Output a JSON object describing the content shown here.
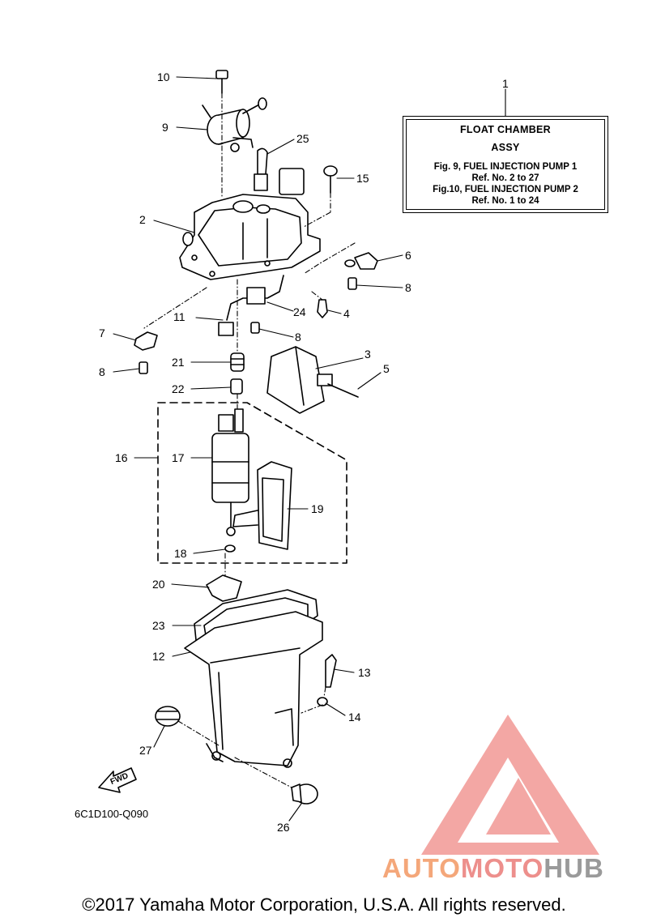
{
  "legend_box": {
    "ref": "1",
    "title_line1": "FLOAT CHAMBER",
    "title_line2": "ASSY",
    "lines": [
      "Fig.  9, FUEL INJECTION PUMP 1",
      "Ref. No. 2 to 27",
      "Fig.10, FUEL INJECTION PUMP 2",
      "Ref. No. 1 to 24"
    ]
  },
  "callouts": {
    "c1": "1",
    "c2": "2",
    "c3": "3",
    "c4": "4",
    "c5": "5",
    "c6": "6",
    "c7": "7",
    "c8a": "8",
    "c8b": "8",
    "c8c": "8",
    "c9": "9",
    "c10": "10",
    "c11": "11",
    "c12": "12",
    "c13": "13",
    "c14": "14",
    "c15": "15",
    "c16": "16",
    "c17": "17",
    "c18": "18",
    "c19": "19",
    "c20": "20",
    "c21": "21",
    "c22": "22",
    "c23": "23",
    "c24": "24",
    "c25": "25",
    "c26": "26",
    "c27": "27"
  },
  "fwd_label": "FWD",
  "part_code": "6C1D100-Q090",
  "copyright": "©2017 Yamaha Motor Corporation, U.S.A. All rights reserved.",
  "watermark": {
    "part1": "AUTO",
    "part2": "MOTO",
    "part3": "HUB",
    "colors": {
      "auto": "#f4a77a",
      "moto": "#ed8f8c",
      "hub": "#9a9a9a",
      "logo": "#f08a86"
    }
  }
}
